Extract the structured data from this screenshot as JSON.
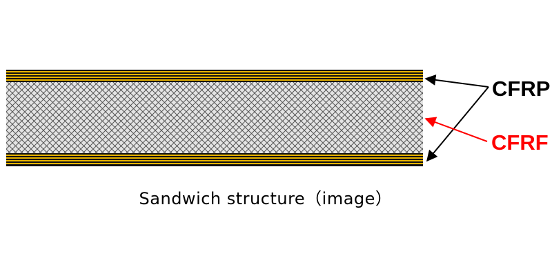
{
  "labels": {
    "top_layer": "CFRP",
    "core": "CFRF"
  },
  "caption": "Sandwich structure（image）",
  "colors": {
    "cfrp_fiber": "#e8b400",
    "cfrp_matrix": "#111111",
    "core_mesh": "#555555",
    "core_background": "#e4e4e4",
    "cfrp_text": "#000000",
    "cfrf_text": "#ff0000",
    "cfrp_arrow": "#000000",
    "cfrf_arrow": "#ff0000"
  }
}
